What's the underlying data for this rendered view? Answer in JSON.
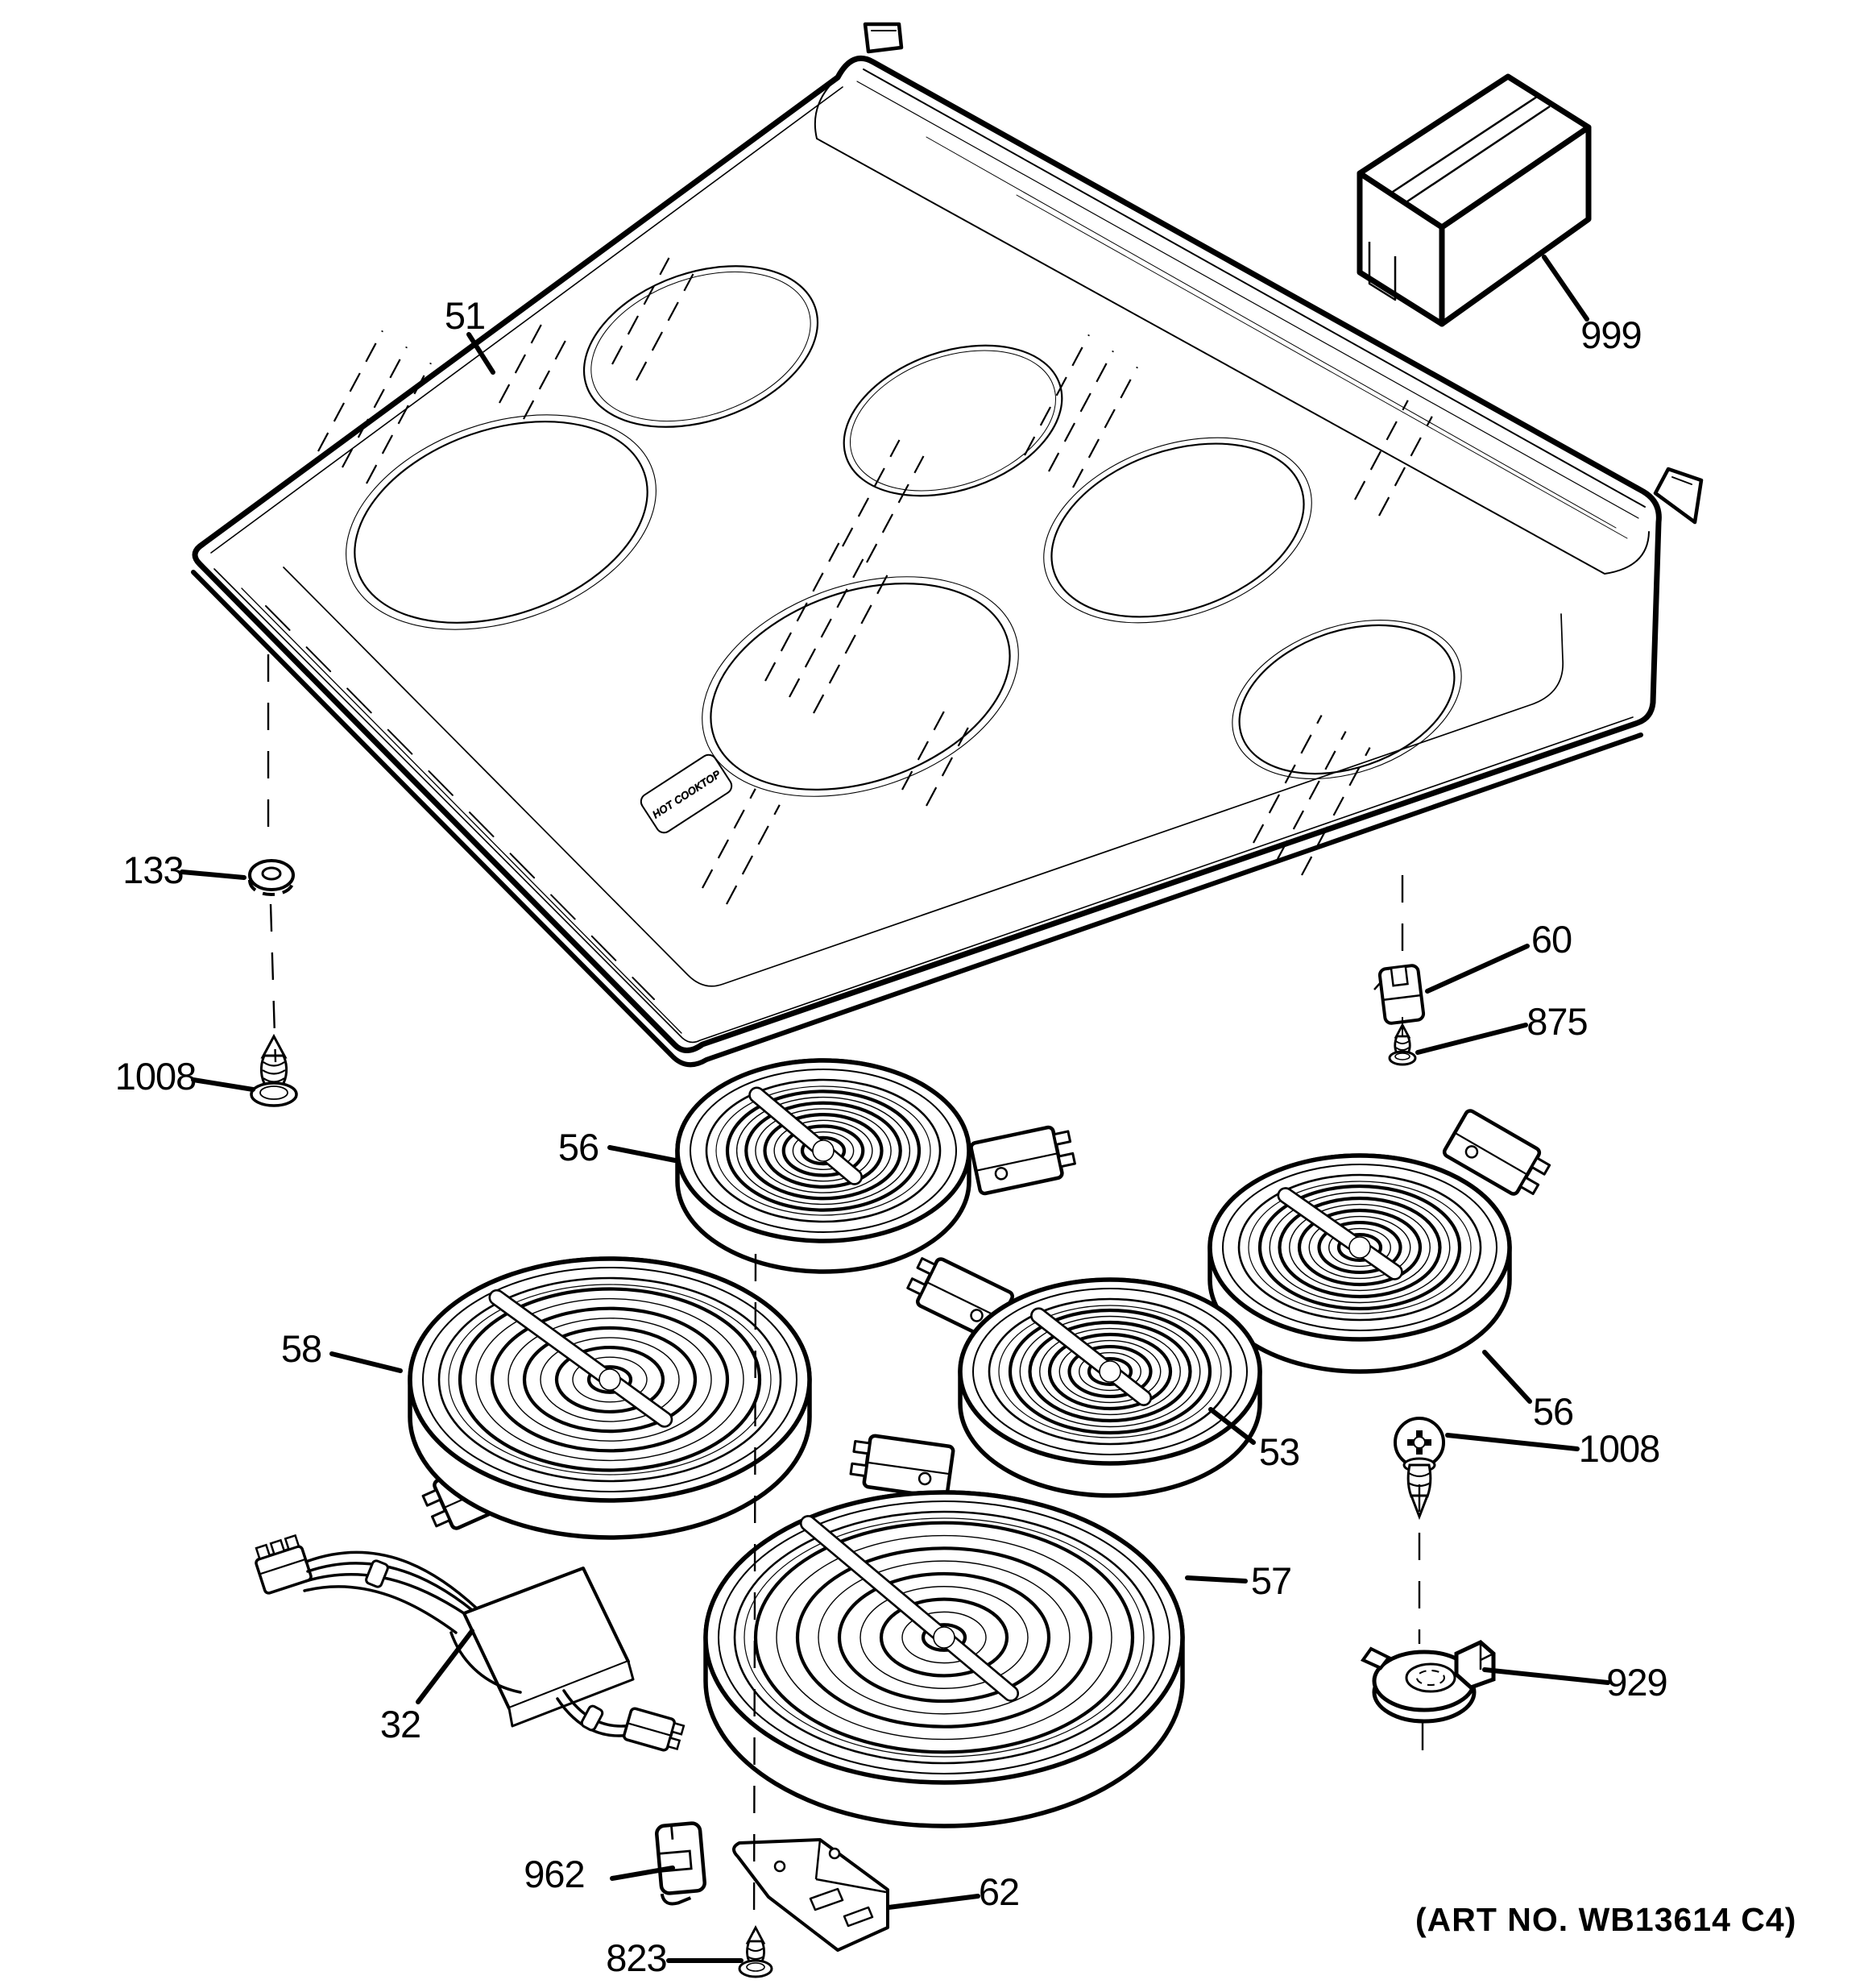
{
  "diagram": {
    "type": "exploded-parts-diagram",
    "subject": "range cooktop assembly",
    "art_no": "(ART NO. WB13614 C4)",
    "sticker_text": "HOT COOKTOP",
    "colors": {
      "line": "#000000",
      "background": "#ffffff"
    },
    "parts_present": [
      "32",
      "51",
      "53",
      "56",
      "57",
      "58",
      "60",
      "62",
      "133",
      "823",
      "875",
      "929",
      "962",
      "999",
      "1008"
    ]
  },
  "labels": {
    "l51": "51",
    "l999": "999",
    "l133": "133",
    "l1008_left": "1008",
    "l56_top": "56",
    "l60": "60",
    "l875": "875",
    "l58": "58",
    "l53": "53",
    "l57": "57",
    "l56_right": "56",
    "l1008_right": "1008",
    "l929": "929",
    "l32": "32",
    "l962": "962",
    "l823": "823",
    "l62": "62"
  }
}
